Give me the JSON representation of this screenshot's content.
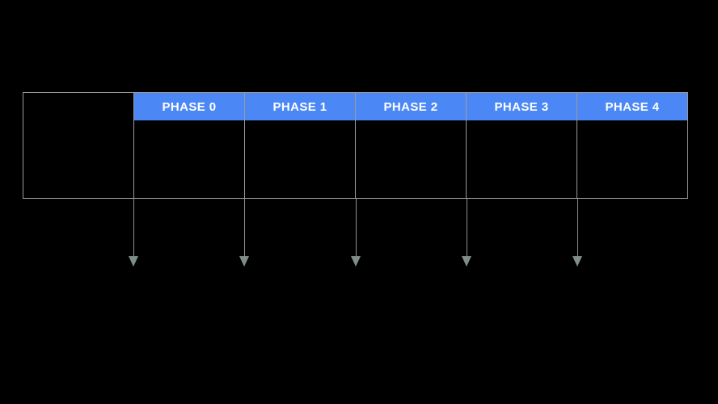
{
  "canvas": {
    "background_color": "#000000"
  },
  "table": {
    "stub_cell_text": "",
    "headers": [
      {
        "label": "PHASE 0"
      },
      {
        "label": "PHASE 1"
      },
      {
        "label": "PHASE 2"
      },
      {
        "label": "PHASE 3"
      },
      {
        "label": "PHASE 4"
      }
    ],
    "header_bg_color": "#4c88f5",
    "header_text_color": "#ffffff",
    "border_color": "#9a9a9a",
    "body_cells_text": [
      "",
      "",
      "",
      "",
      ""
    ]
  },
  "arrows": {
    "color": "#7f8c8c",
    "direction": "down",
    "count": 5
  }
}
